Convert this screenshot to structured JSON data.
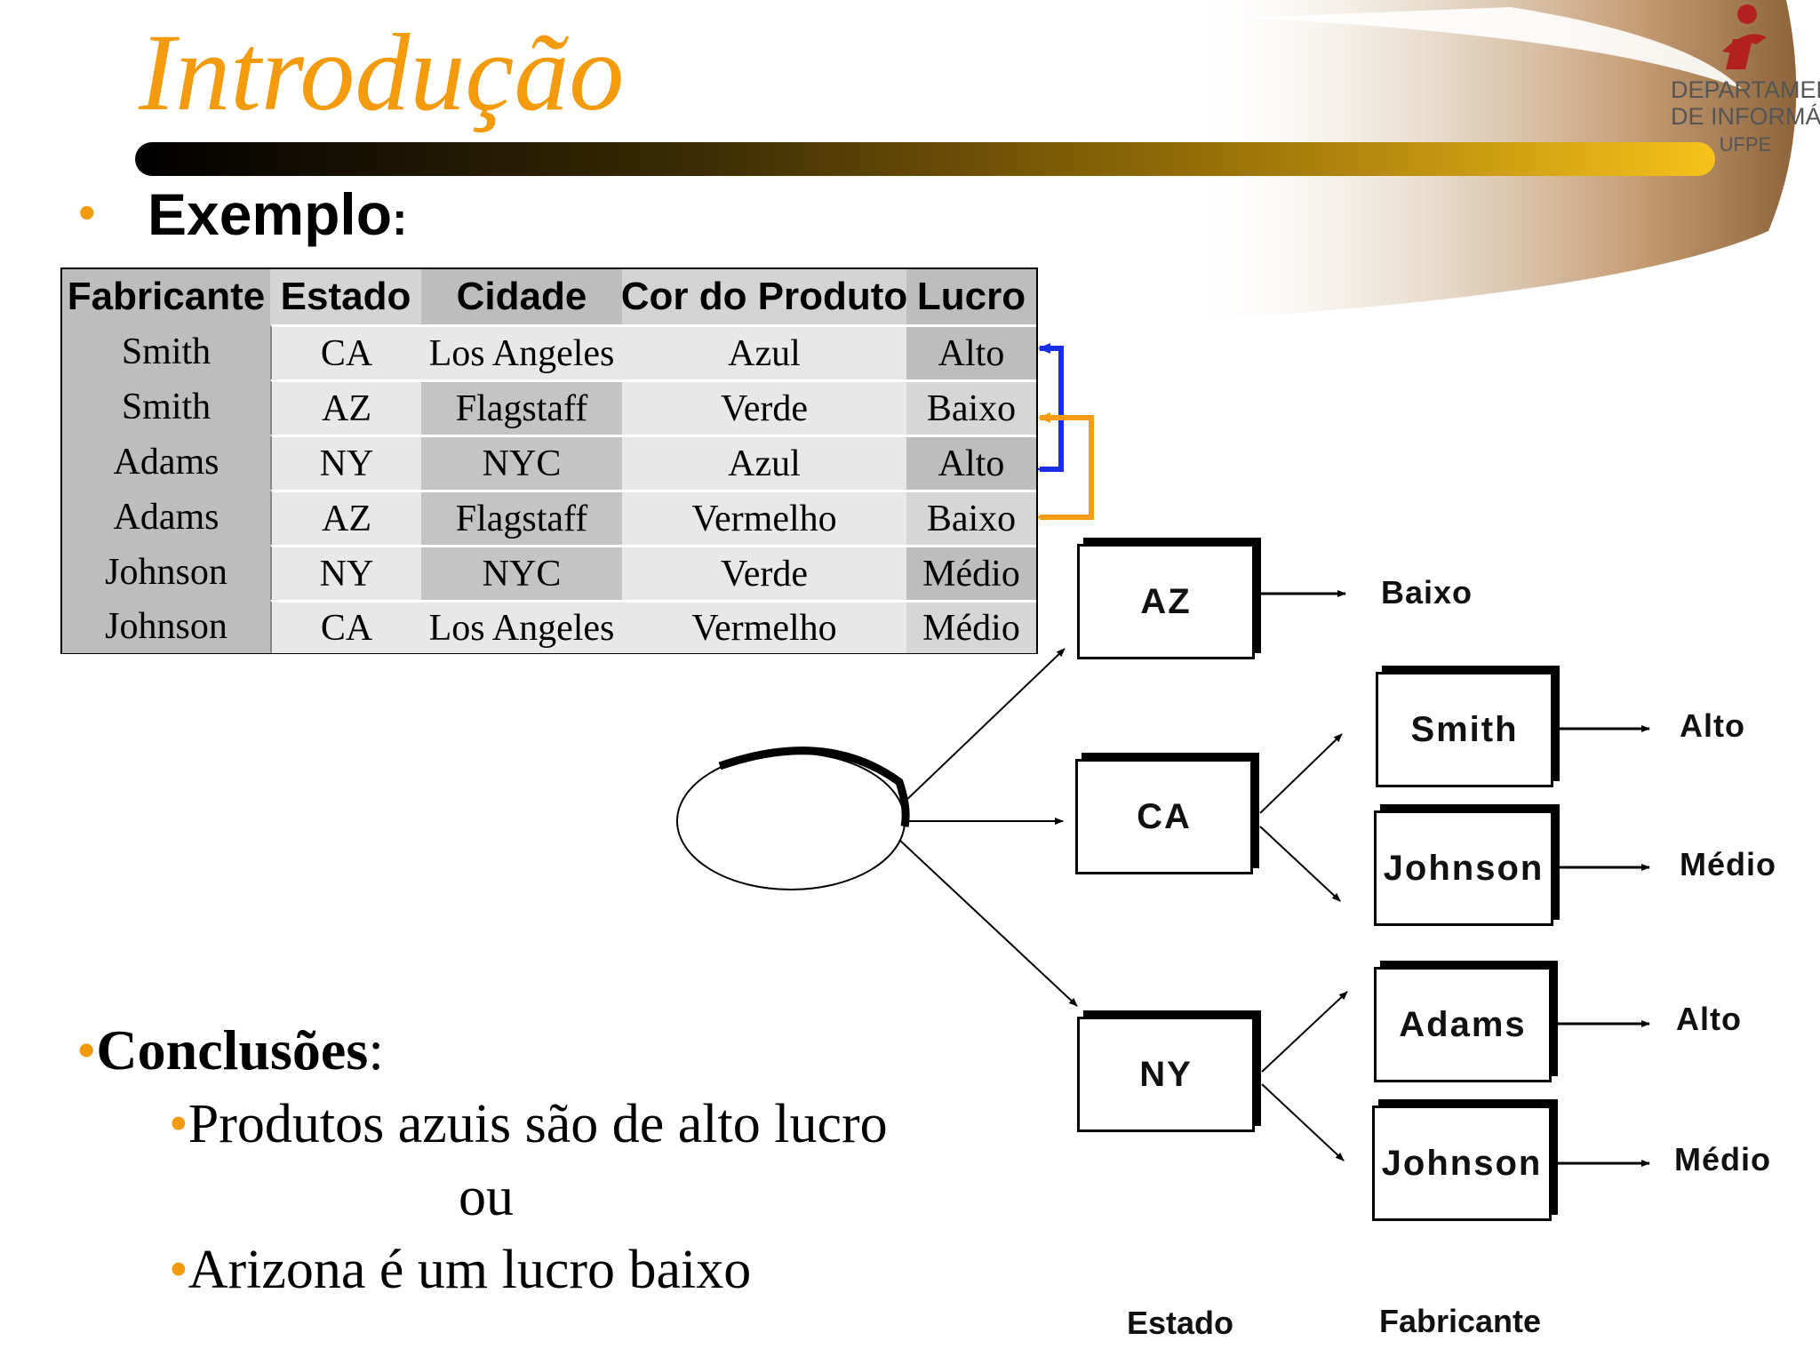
{
  "title": "Introdução",
  "logo": {
    "line1": "DEPARTAMENTO",
    "line2": "DE INFORMÁTICA",
    "line3": "UFPE",
    "icon": "info-i-icon"
  },
  "bullet": "•",
  "heading": {
    "text": "Exemplo",
    "colon": ":"
  },
  "table": {
    "headers": [
      "Fabricante",
      "Estado",
      "Cidade",
      "Cor do Produto",
      "Lucro"
    ],
    "rows": [
      [
        "Smith",
        "CA",
        "Los Angeles",
        "Azul",
        "Alto"
      ],
      [
        "Smith",
        "AZ",
        "Flagstaff",
        "Verde",
        "Baixo"
      ],
      [
        "Adams",
        "NY",
        "NYC",
        "Azul",
        "Alto"
      ],
      [
        "Adams",
        "AZ",
        "Flagstaff",
        "Vermelho",
        "Baixo"
      ],
      [
        "Johnson",
        "NY",
        "NYC",
        "Verde",
        "Médio"
      ],
      [
        "Johnson",
        "CA",
        "Los Angeles",
        "Vermelho",
        "Médio"
      ]
    ]
  },
  "bracket_colors": {
    "blue": "#1a2ee6",
    "orange": "#f59c12"
  },
  "tree": {
    "states": [
      {
        "label": "AZ",
        "leaf": "Baixo"
      },
      {
        "label": "CA"
      },
      {
        "label": "NY"
      }
    ],
    "manufacturers": [
      {
        "label": "Smith",
        "leaf": "Alto"
      },
      {
        "label": "Johnson",
        "leaf": "Médio"
      },
      {
        "label": "Adams",
        "leaf": "Alto"
      },
      {
        "label": "Johnson",
        "leaf": "Médio"
      }
    ],
    "axis_labels": {
      "state": "Estado",
      "manufacturer": "Fabricante"
    }
  },
  "conclusions": {
    "label": "Conclusões",
    "colon": ":",
    "item1": "Produtos azuis são de alto lucro",
    "connector": "ou",
    "item2": "Arizona é um lucro baixo"
  },
  "colors": {
    "accent": "#f39a0d",
    "title": "#f39a0d"
  }
}
